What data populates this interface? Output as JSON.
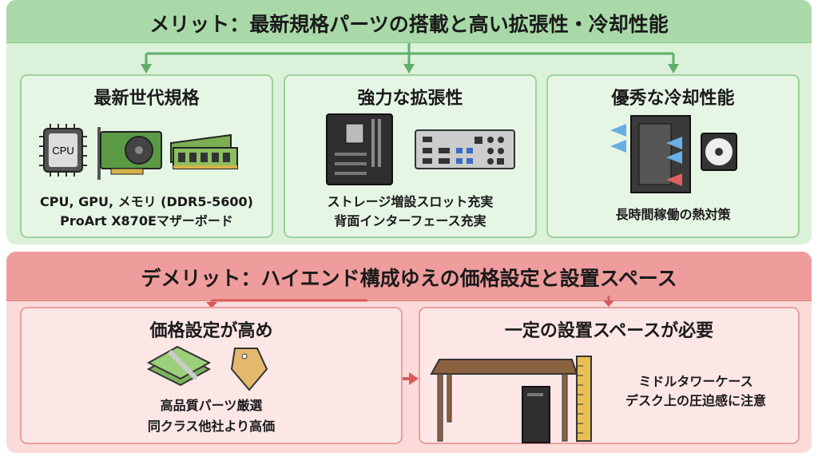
{
  "merit": {
    "title": "メリット：最新規格パーツの搭載と高い拡張性・冷却性能",
    "cards": [
      {
        "title": "最新世代規格",
        "lines": [
          "CPU, GPU, メモリ (DDR5-5600)",
          "ProArt X870Eマザーボード"
        ],
        "cpu_label": "CPU"
      },
      {
        "title": "強力な拡張性",
        "lines": [
          "ストレージ増設スロット充実",
          "背面インターフェース充実"
        ]
      },
      {
        "title": "優秀な冷却性能",
        "lines": [
          "長時間稼働の熱対策"
        ]
      }
    ]
  },
  "demerit": {
    "title": "デメリット：ハイエンド構成ゆえの価格設定と設置スペース",
    "cards": [
      {
        "title": "価格設定が高め",
        "lines": [
          "高品質パーツ厳選",
          "同クラス他社より高価"
        ]
      },
      {
        "title": "一定の設置スペースが必要",
        "lines": [
          "ミドルタワーケース",
          "デスク上の圧迫感に注意"
        ]
      }
    ]
  },
  "colors": {
    "green": "#a9d9a8",
    "red": "#ef9d9c",
    "arrow_green": "#5fae6a",
    "arrow_red": "#d85a5a"
  }
}
